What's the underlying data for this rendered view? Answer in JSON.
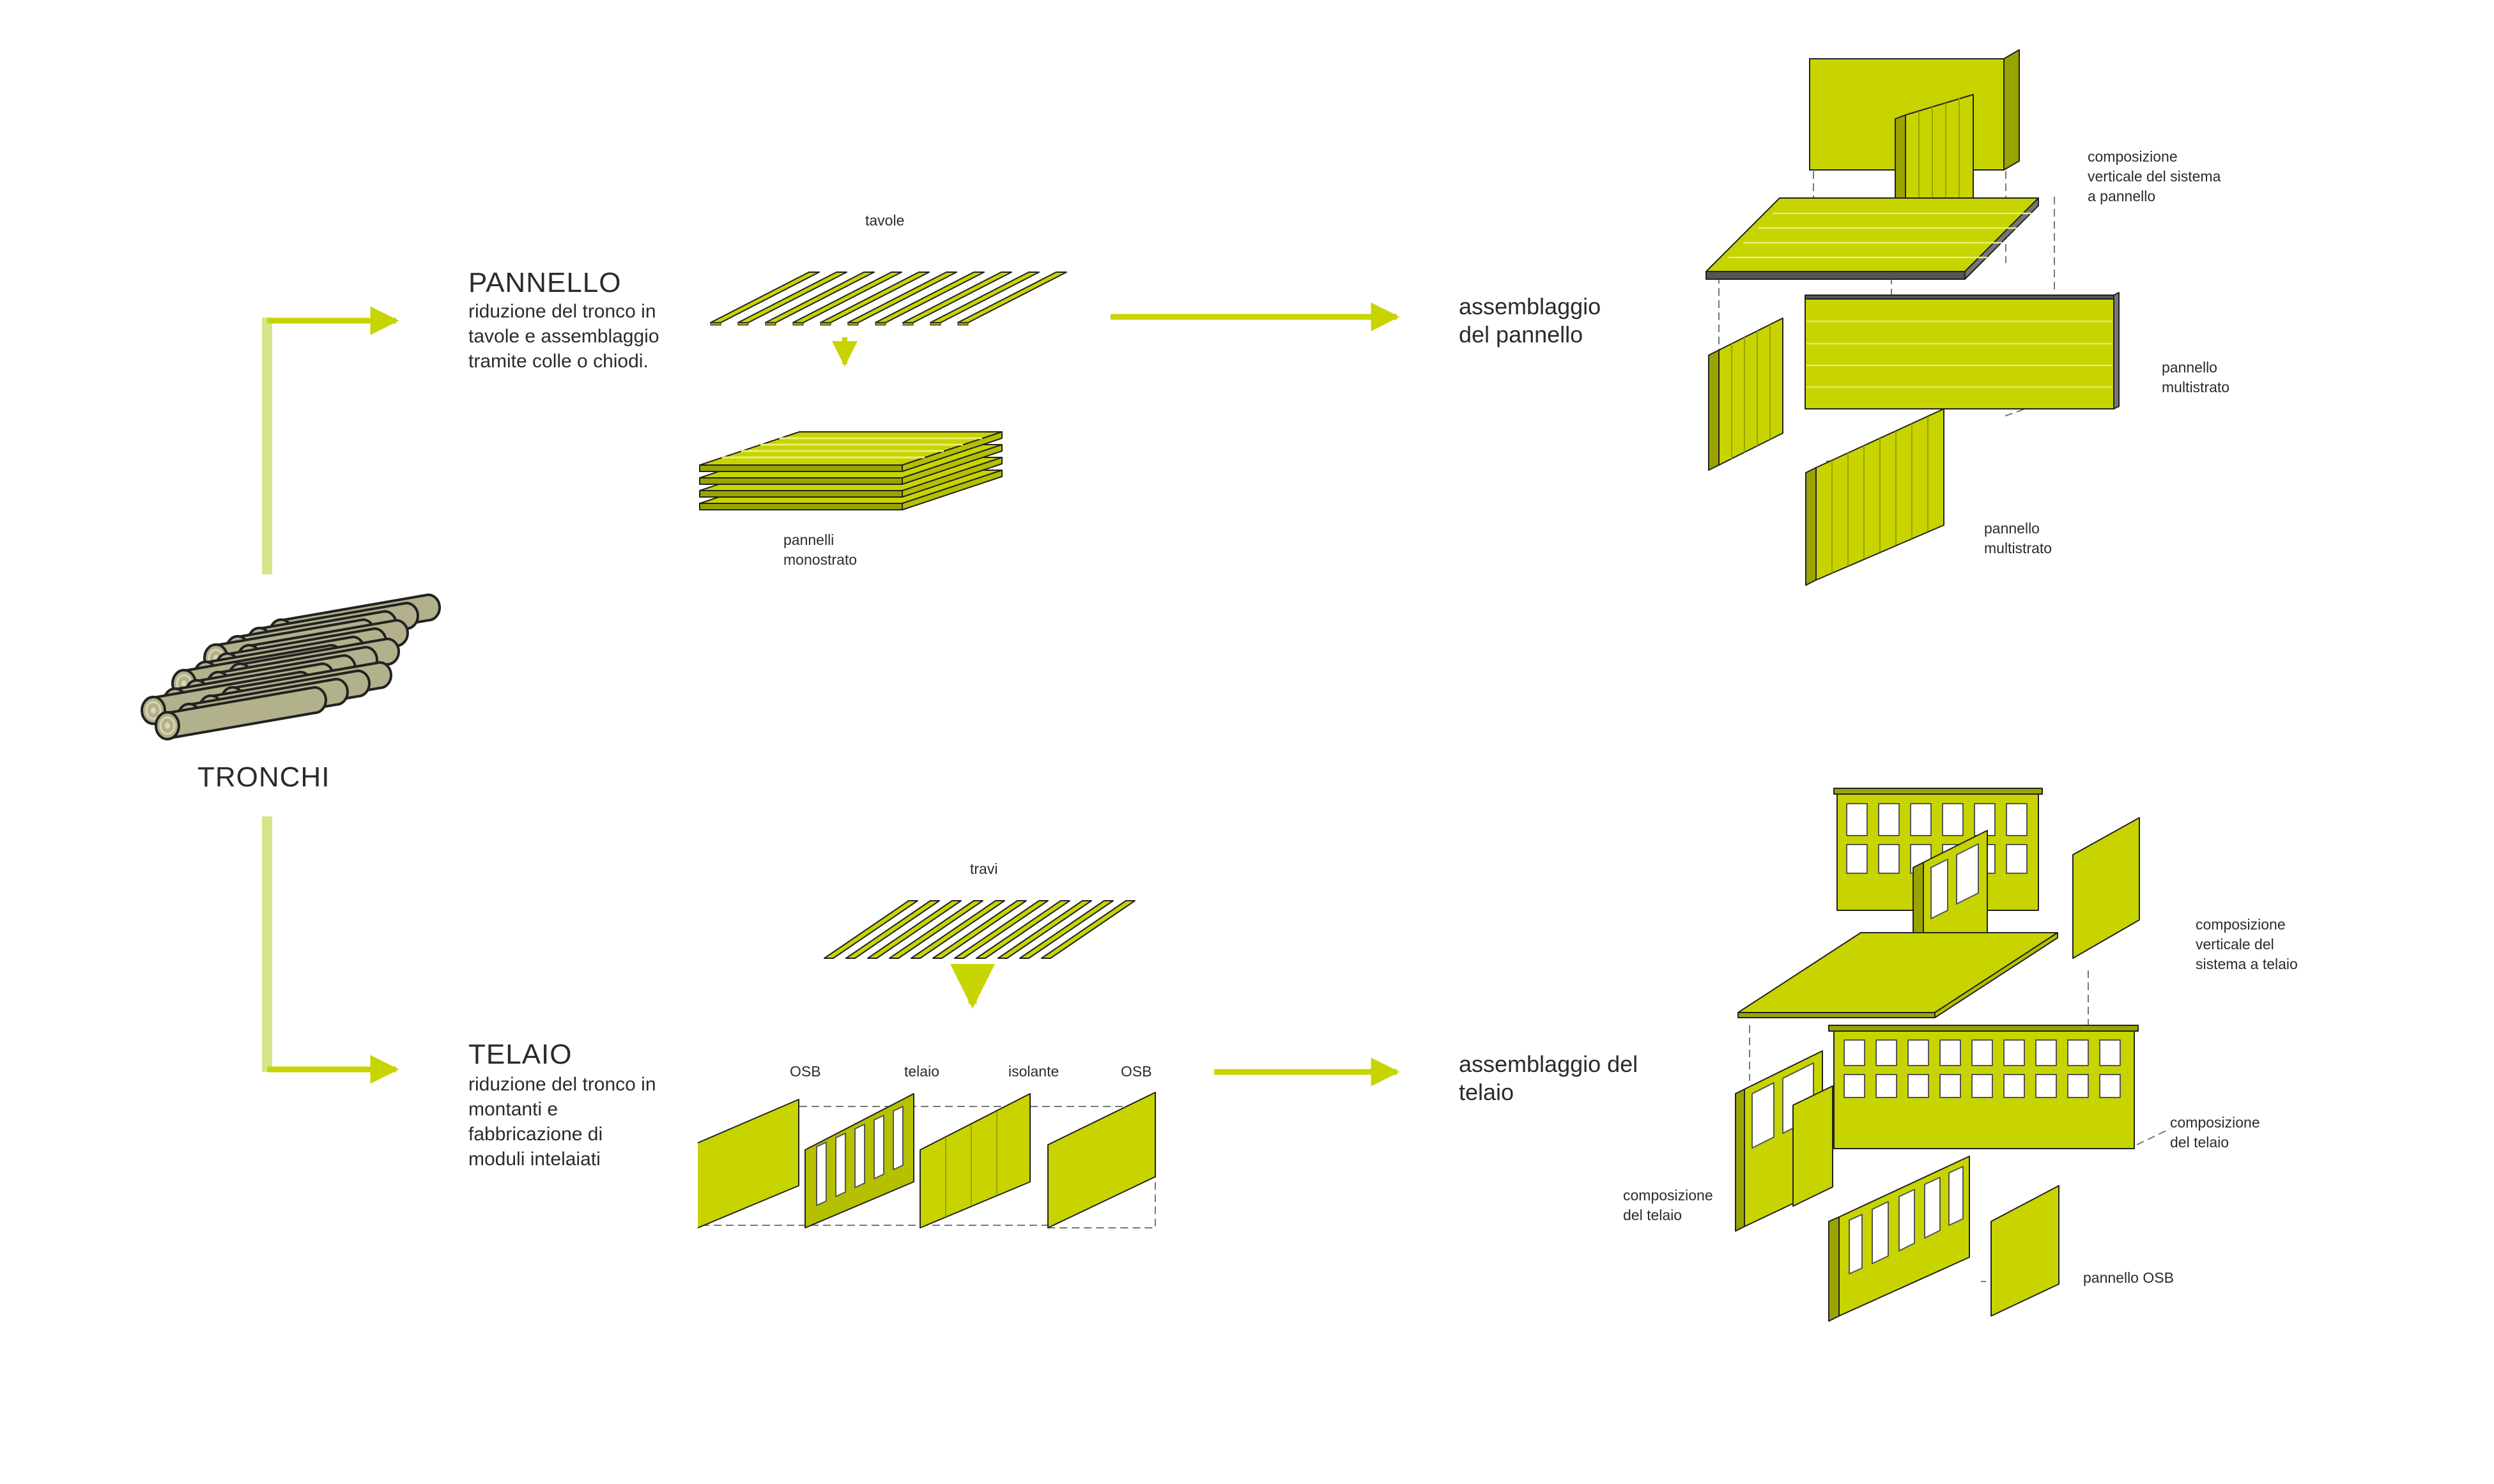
{
  "labels": {
    "tronchi": "TRONCHI",
    "pannello_title": "PANNELLO",
    "pannello_desc": "riduzione del tronco in\ntavole e assemblaggio\ntramite colle o chiodi.",
    "tavole": "tavole",
    "pannelli_monostrato": "pannelli\nmonostrato",
    "assemblaggio_pannello": "assemblaggio\ndel pannello",
    "composizione_verticale_pannello": "composizione\nverticale del sistema\na pannello",
    "pannello_multistrato_right": "pannello\nmultistrato",
    "pannello_multistrato_bottom": "pannello\nmultistrato",
    "telaio_title": "TELAIO",
    "telaio_desc": "riduzione del tronco in\nmontanti e\nfabbricazione di\nmoduli intelaiati",
    "travi": "travi",
    "osb_left": "OSB",
    "telaio_layer": "telaio",
    "isolante": "isolante",
    "osb_right": "OSB",
    "assemblaggio_telaio": "assemblaggio del\ntelaio",
    "composizione_verticale_telaio": "composizione\nverticale del\nsistema a telaio",
    "composizione_telaio_right": "composizione\ndel telaio",
    "composizione_telaio_left": "composizione\ndel telaio",
    "pannello_osb": "pannello OSB"
  },
  "colors": {
    "accent": "#c8d400",
    "accent_light": "#d6e48a",
    "accent_dark": "#9aa400",
    "log_fill": "#b3b18c",
    "log_ring": "#d9d6b4",
    "stroke": "#222222",
    "text": "#2b2b2b"
  }
}
